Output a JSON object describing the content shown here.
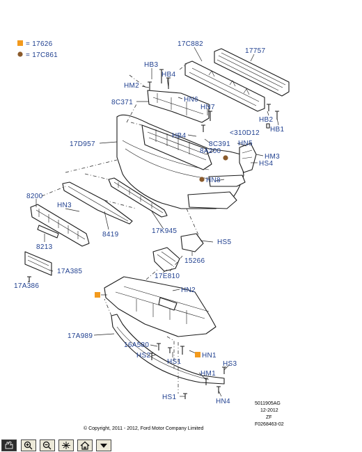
{
  "legend": [
    {
      "label": "= 17626",
      "color": "#f39a1d",
      "shape": "square"
    },
    {
      "label": "= 17C861",
      "color": "#8a5a2b",
      "shape": "circle"
    }
  ],
  "callouts": {
    "c17C882": "17C882",
    "c17757": "17757",
    "cHB3": "HB3",
    "cHB4a": "HB4",
    "cHM2": "HM2",
    "cHN6": "HN6",
    "c8C371": "8C371",
    "cHN7": "HN7",
    "cHB2": "HB2",
    "cHB1": "HB1",
    "c310D12": "<310D12",
    "cHB4b": "HB4",
    "c8C391": "8C391",
    "cHN5": "HN5",
    "c17D957": "17D957",
    "c8A200": "8A200",
    "cHM3": "HM3",
    "cHS4": "HS4",
    "cHN8": "HN8",
    "c8200": "8200",
    "cHN3": "HN3",
    "c8419": "8419",
    "c17K945": "17K945",
    "c8213": "8213",
    "cHS5": "HS5",
    "c17A385": "17A385",
    "c15266": "15266",
    "c17A386": "17A386",
    "c17E810": "17E810",
    "cHN2": "HN2",
    "c17A989": "17A989",
    "c16A580": "16A580",
    "cHS2": "HS2",
    "cHN1": "HN1",
    "cHS1a": "HS1",
    "cHS3": "HS3",
    "cHM1": "HM1",
    "cHS1b": "HS1",
    "cHN4": "HN4"
  },
  "drawing_info": {
    "code": "5011905AG",
    "date": "12-2012",
    "rev": "ZF",
    "ref": "F0268463-02"
  },
  "copyright": "© Copyright, 2011 - 2012, Ford Motor Company Limited",
  "toolbar": [
    {
      "icon": "pan-hand-icon",
      "active": true
    },
    {
      "icon": "zoom-in-icon",
      "active": false
    },
    {
      "icon": "zoom-out-icon",
      "active": false
    },
    {
      "icon": "fit-window-icon",
      "active": false
    },
    {
      "icon": "home-icon",
      "active": false
    },
    {
      "icon": "dropdown-arrow-icon",
      "active": false
    }
  ]
}
